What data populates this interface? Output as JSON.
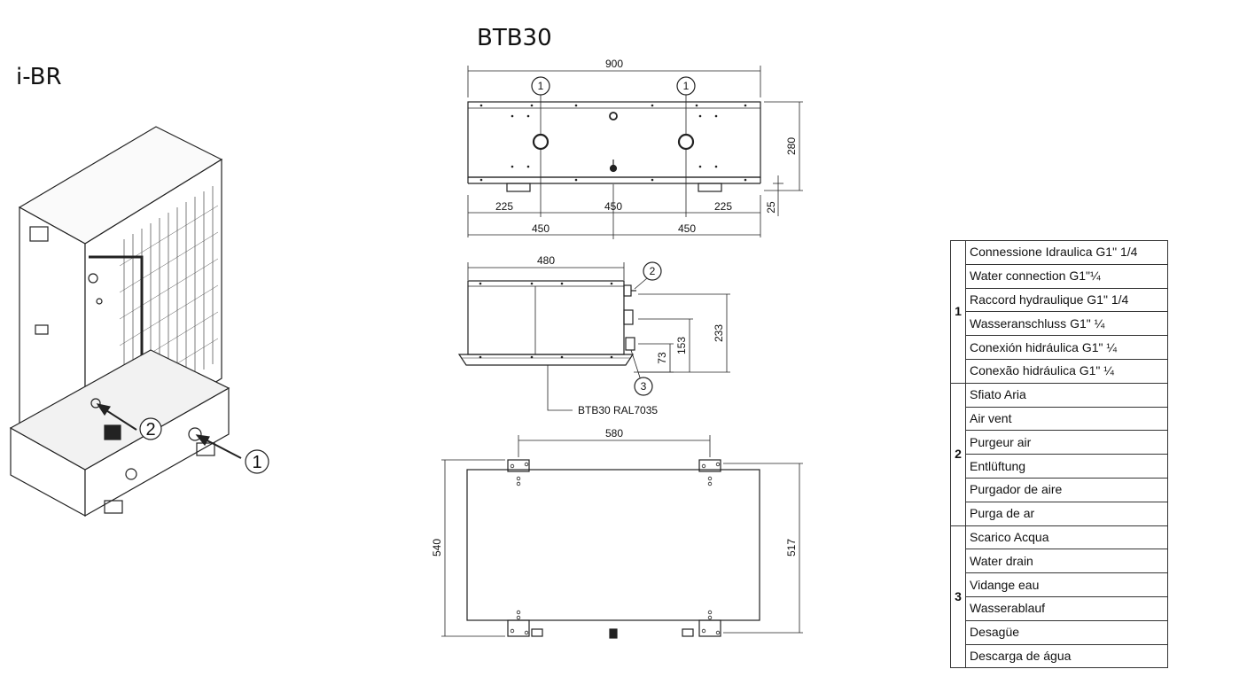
{
  "left_title": "i-BR",
  "right_title": "BTB30",
  "ibr_callouts": [
    "1",
    "2"
  ],
  "top_view": {
    "width": "900",
    "height": "280",
    "foot": "25",
    "edge_left": "225",
    "center": "450",
    "edge_right": "225",
    "half_left": "450",
    "half_right": "450",
    "callout": "1"
  },
  "side_view": {
    "depth": "480",
    "h1": "233",
    "h2": "153",
    "h3": "73",
    "label": "BTB30 RAL7035",
    "callout_air": "2",
    "callout_drain": "3"
  },
  "base_view": {
    "spacing": "580",
    "outer_depth": "540",
    "inner_depth": "517"
  },
  "legend": [
    {
      "num": "1",
      "items": [
        "Connessione Idraulica G1\" 1/4",
        "Water connection G1\"¼",
        "Raccord hydraulique G1\" 1/4",
        "Wasseranschluss G1\" ¼",
        "Conexión hidráulica G1\" ¼",
        "Conexão hidráulica G1\" ¼"
      ]
    },
    {
      "num": "2",
      "items": [
        "Sfiato Aria",
        "Air vent",
        "Purgeur air",
        "Entlüftung",
        "Purgador de aire",
        "Purga de ar"
      ]
    },
    {
      "num": "3",
      "items": [
        "Scarico Acqua",
        "Water drain",
        "Vidange eau",
        "Wasserablauf",
        "Desagüe",
        "Descarga de água"
      ]
    }
  ]
}
